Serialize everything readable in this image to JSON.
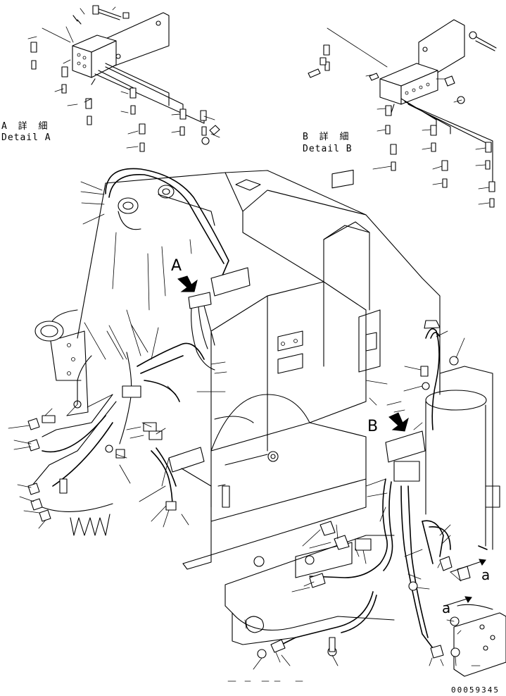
{
  "detail_a": {
    "title_jp": "A 詳 細",
    "title_en": "Detail A"
  },
  "detail_b": {
    "title_jp": "B 詳 細",
    "title_en": "Detail B"
  },
  "view_markers": {
    "a": "A",
    "b": "B"
  },
  "connection_markers": {
    "upper": "a",
    "lower": "a"
  },
  "drawing_number": "00059345"
}
